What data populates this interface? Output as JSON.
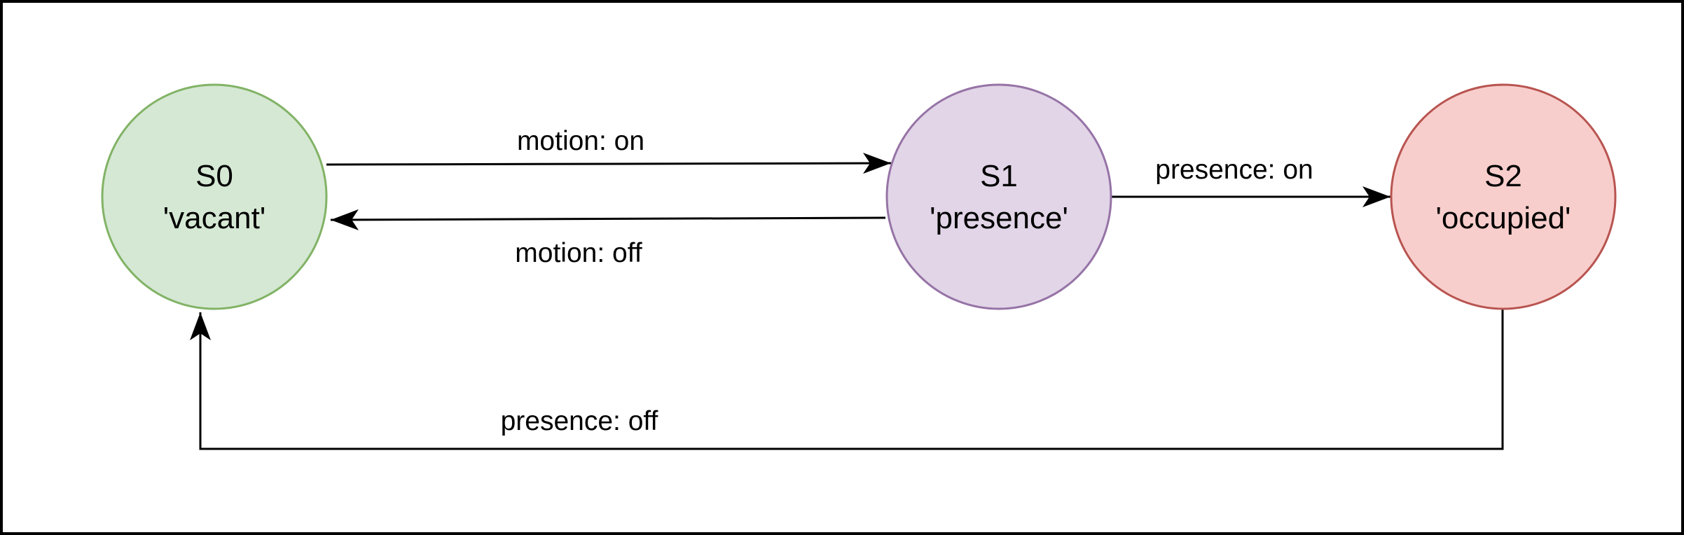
{
  "diagram": {
    "states": [
      {
        "id": "S0",
        "name": "'vacant'",
        "fill": "#d5e8d4",
        "stroke": "#82b366"
      },
      {
        "id": "S1",
        "name": "'presence'",
        "fill": "#e1d5e7",
        "stroke": "#9673a6"
      },
      {
        "id": "S2",
        "name": "'occupied'",
        "fill": "#f8cecc",
        "stroke": "#b85450"
      }
    ],
    "transitions": [
      {
        "from": "S0",
        "to": "S1",
        "label": "motion: on"
      },
      {
        "from": "S1",
        "to": "S0",
        "label": "motion: off"
      },
      {
        "from": "S1",
        "to": "S2",
        "label": "presence: on"
      },
      {
        "from": "S2",
        "to": "S0",
        "label": "presence: off"
      }
    ],
    "line_color": "#000000",
    "frame_color": "#000000"
  }
}
